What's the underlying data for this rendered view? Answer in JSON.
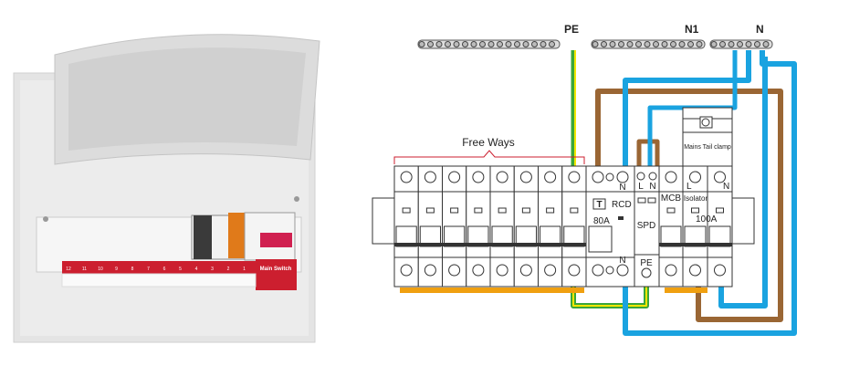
{
  "photo": {
    "main_switch_label": "Main Switch",
    "way_numbers": [
      "12",
      "11",
      "10",
      "9",
      "8",
      "7",
      "6",
      "5",
      "4",
      "3",
      "2",
      "1"
    ]
  },
  "diagram": {
    "busbars": {
      "pe": "PE",
      "n1": "N1",
      "n": "N"
    },
    "free_ways_label": "Free Ways",
    "free_ways_count": 8,
    "rcd": {
      "label": "RCD",
      "test": "T",
      "rating": "80A",
      "top_n": "N",
      "bottom_n": "N"
    },
    "spd": {
      "label": "SPD",
      "top_l": "L",
      "top_n": "N",
      "bottom_pe": "PE"
    },
    "mcb": {
      "label": "MCB"
    },
    "isolator": {
      "label": "Isolator",
      "rating": "100A",
      "top_l": "L",
      "top_n": "N"
    },
    "tail_clamp_label": "Mains Tail clamp",
    "colors": {
      "brown": "#9a6634",
      "blue": "#1aa3e0",
      "green": "#3aa63a",
      "yellow": "#f2e600",
      "orange": "#f0a010",
      "red": "#cc1f2f"
    }
  }
}
